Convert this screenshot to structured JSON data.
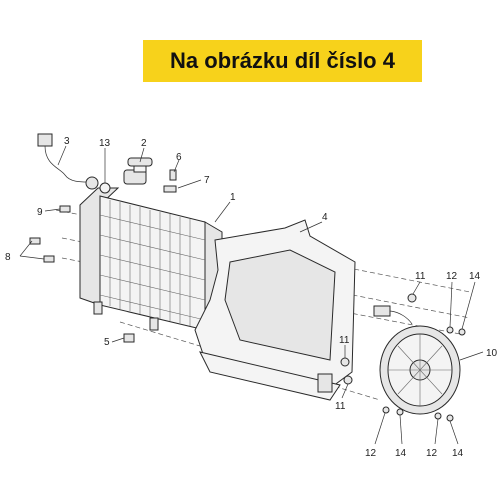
{
  "banner": {
    "text": "Na obrázku díl číslo 4",
    "color": "#f7d21b"
  },
  "callouts": {
    "c1": "1",
    "c2": "2",
    "c3": "3",
    "c4": "4",
    "c5": "5",
    "c6": "6",
    "c7": "7",
    "c8": "8",
    "c9": "9",
    "c10": "10",
    "c11a": "11",
    "c11b": "11",
    "c11c": "11",
    "c12a": "12",
    "c12b": "12",
    "c12c": "12",
    "c13": "13",
    "c14a": "14",
    "c14b": "14",
    "c14c": "14"
  }
}
